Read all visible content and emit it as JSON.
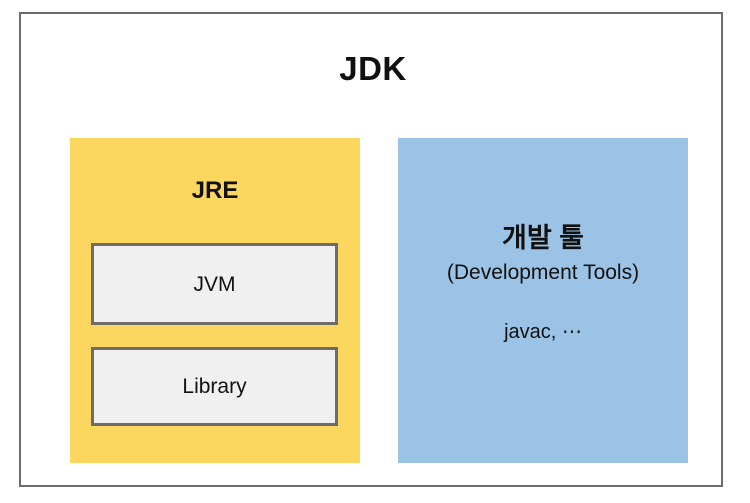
{
  "diagram": {
    "title": "JDK",
    "frame": {
      "border_color": "#6e6b6b",
      "background_color": "#ffffff"
    },
    "panels": [
      {
        "id": "jre",
        "title": "JRE",
        "background_color": "#FCD75F",
        "children": [
          {
            "id": "jvm",
            "label": "JVM",
            "background_color": "#f0f0f0",
            "border_color": "#6e6b6b"
          },
          {
            "id": "library",
            "label": "Library",
            "background_color": "#f0f0f0",
            "border_color": "#6e6b6b"
          }
        ]
      },
      {
        "id": "development-tools",
        "title": "개발 툴",
        "subtitle": "(Development Tools)",
        "examples": "javac, ⋯",
        "background_color": "#9AC3E6"
      }
    ]
  }
}
